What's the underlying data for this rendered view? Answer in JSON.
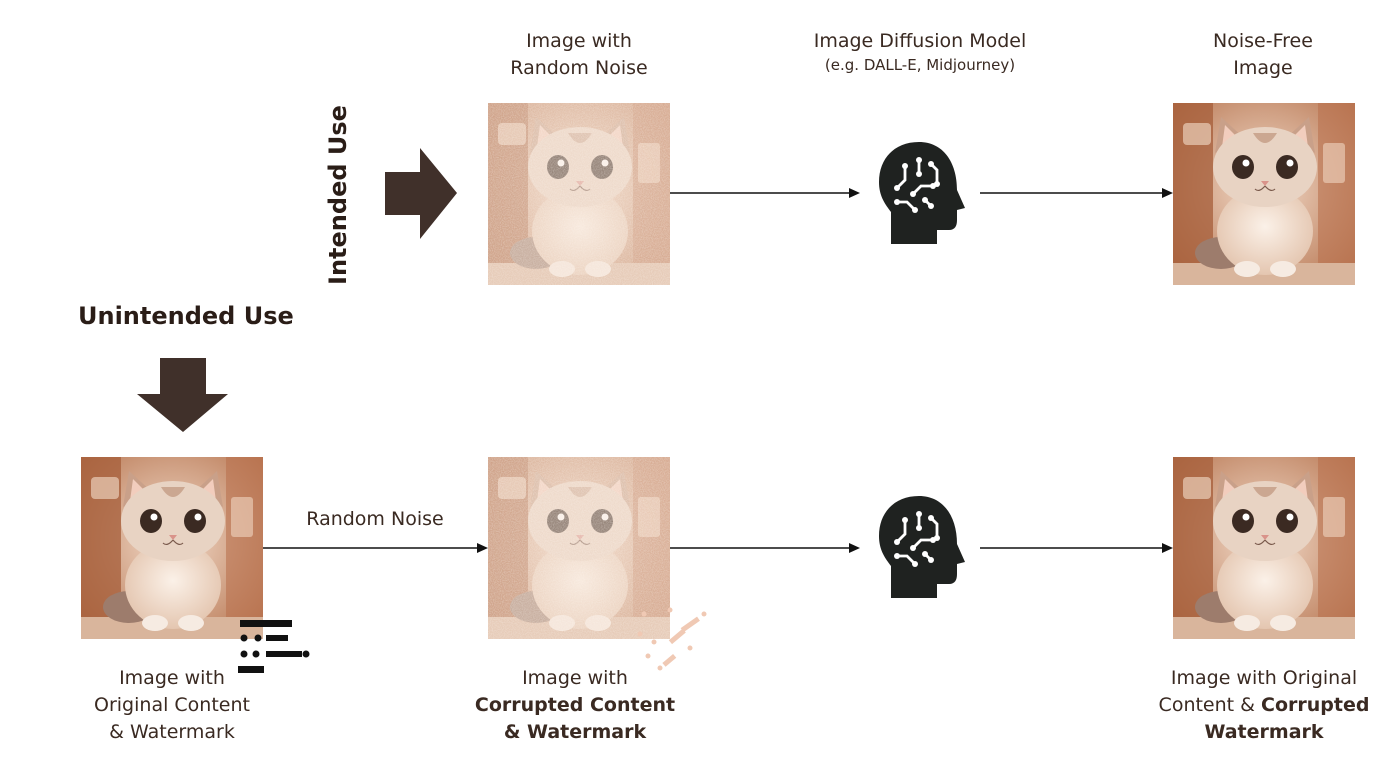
{
  "top_row": {
    "label": "Intended Use",
    "noisy_image_caption": [
      "Image with",
      "Random Noise"
    ],
    "model_title": "Image Diffusion Model",
    "model_examples": "(e.g. DALL-E, Midjourney)",
    "output_caption": [
      "Noise-Free",
      "Image"
    ]
  },
  "bottom_row": {
    "label": "Unintended Use",
    "arrow_label": "Random Noise",
    "input_caption": [
      "Image with",
      "Original Content",
      "& Watermark"
    ],
    "noisy_caption": {
      "line1": "Image with",
      "line2": "Corrupted Content",
      "line3": "& Watermark"
    },
    "output_caption": {
      "line1": "Image with Original",
      "line2_plain": "Content & ",
      "line2_bold": "Corrupted",
      "line3": "Watermark"
    }
  },
  "icons": [
    "cat-image",
    "ai-head-icon",
    "watermark-glyph",
    "right-arrow",
    "down-arrow"
  ],
  "colors": {
    "dark": "#2a1d17",
    "sepia": "#e8c4ad",
    "arrow": "#40302a",
    "icon": "#1f2220"
  }
}
